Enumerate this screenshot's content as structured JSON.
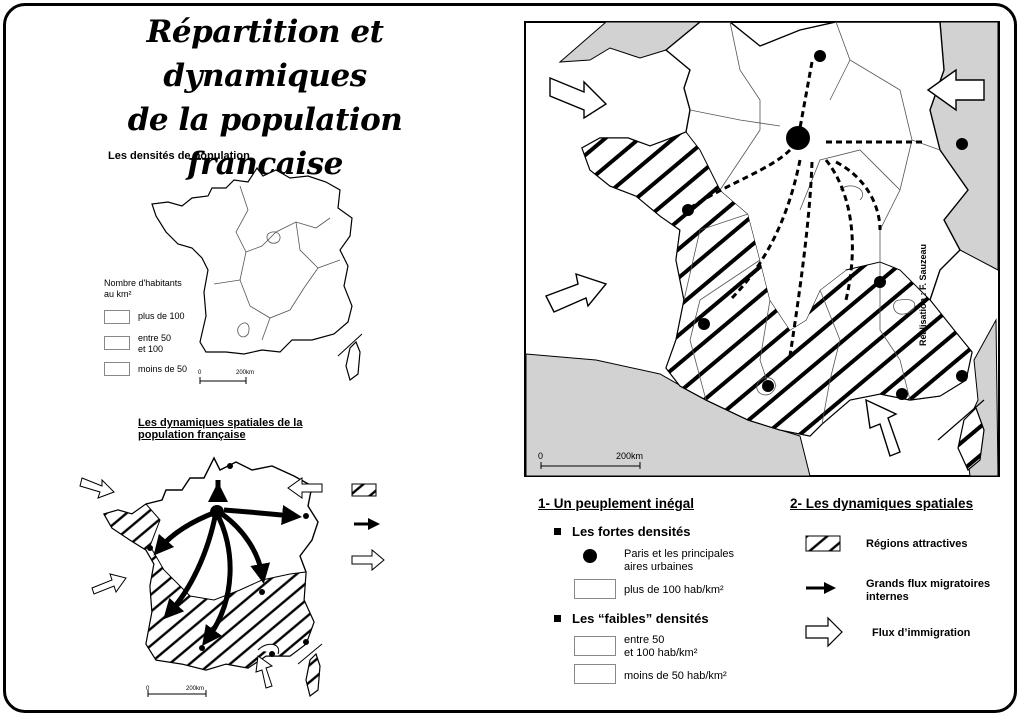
{
  "title": {
    "line1": "Répartition et dynamiques",
    "line2": "de la population française"
  },
  "density_map": {
    "subtitle": "Les densités de population",
    "legend_title_1": "Nombre  d'habitants",
    "legend_title_2": "au km²",
    "items": [
      "plus de 100",
      "entre 50",
      "et 100",
      "moins de 50"
    ],
    "scale_start": "0",
    "scale_end": "200km"
  },
  "dynamics_map": {
    "subtitle_1": "Les dynamiques spatiales de la",
    "subtitle_2": "population française",
    "scale_start": "0",
    "scale_end": "200km"
  },
  "main_map": {
    "credit": "Réalisation : F. Sauzeau",
    "scale_start": "0",
    "scale_end": "200km"
  },
  "legend1": {
    "heading": "1- Un peuplement inégal",
    "strong_heading": "Les fortes densités",
    "paris_1": "Paris et les principales",
    "paris_2": "aires urbaines",
    "over100": "plus de 100 hab/km²",
    "weak_heading": "Les “faibles” densités",
    "mid_1": "entre 50",
    "mid_2": "et 100 hab/km²",
    "low": "moins de 50 hab/km²"
  },
  "legend2": {
    "heading": "2- Les dynamiques spatiales",
    "attractive": "Régions attractives",
    "internal_1": "Grands flux migratoires",
    "internal_2": "internes",
    "immigration": "Flux d’immigration"
  }
}
